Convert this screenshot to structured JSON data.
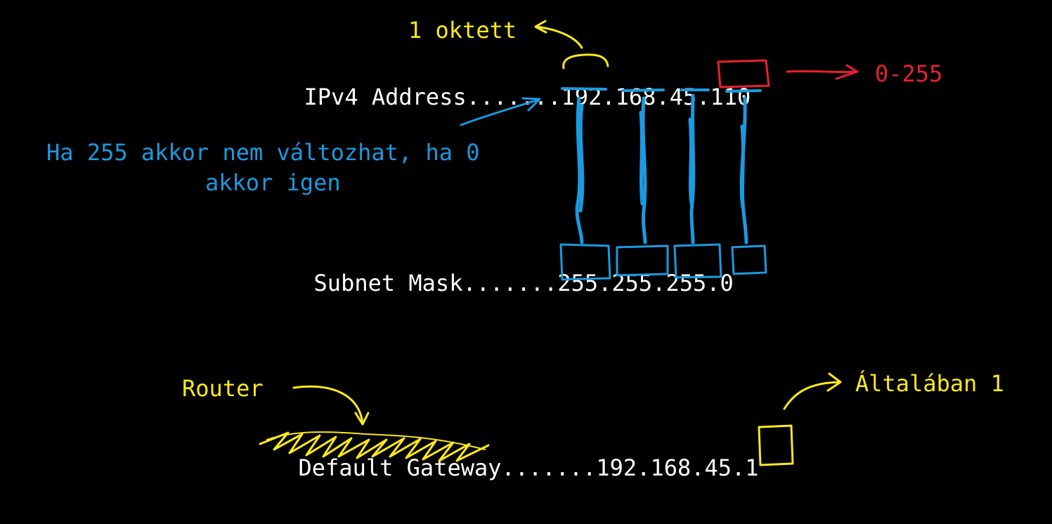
{
  "console": {
    "ipv4_label": "IPv4 Address",
    "ipv4_dots": ".......",
    "ipv4_octets": [
      "192",
      "168",
      "45",
      "110"
    ],
    "subnet_label": "Subnet Mask",
    "subnet_dots": ".......",
    "subnet_octets": [
      "255",
      "255",
      "255",
      "0"
    ],
    "gateway_label": "Default Gateway",
    "gateway_dots": ".......",
    "gateway_octets": [
      "192",
      "168",
      "45",
      "1"
    ]
  },
  "annotations": {
    "octet_note": "1 oktett",
    "range_note": "0-255",
    "mask_note_line1": "Ha 255 akkor nem változhat, ha 0",
    "mask_note_line2": "akkor igen",
    "router_note": "Router",
    "gateway_note": "Általában 1"
  },
  "colors": {
    "background": "#000000",
    "text": "#ffffff",
    "yellow_ink": "#fbe91d",
    "blue_ink": "#1b9ae0",
    "red_ink": "#e9212d"
  }
}
